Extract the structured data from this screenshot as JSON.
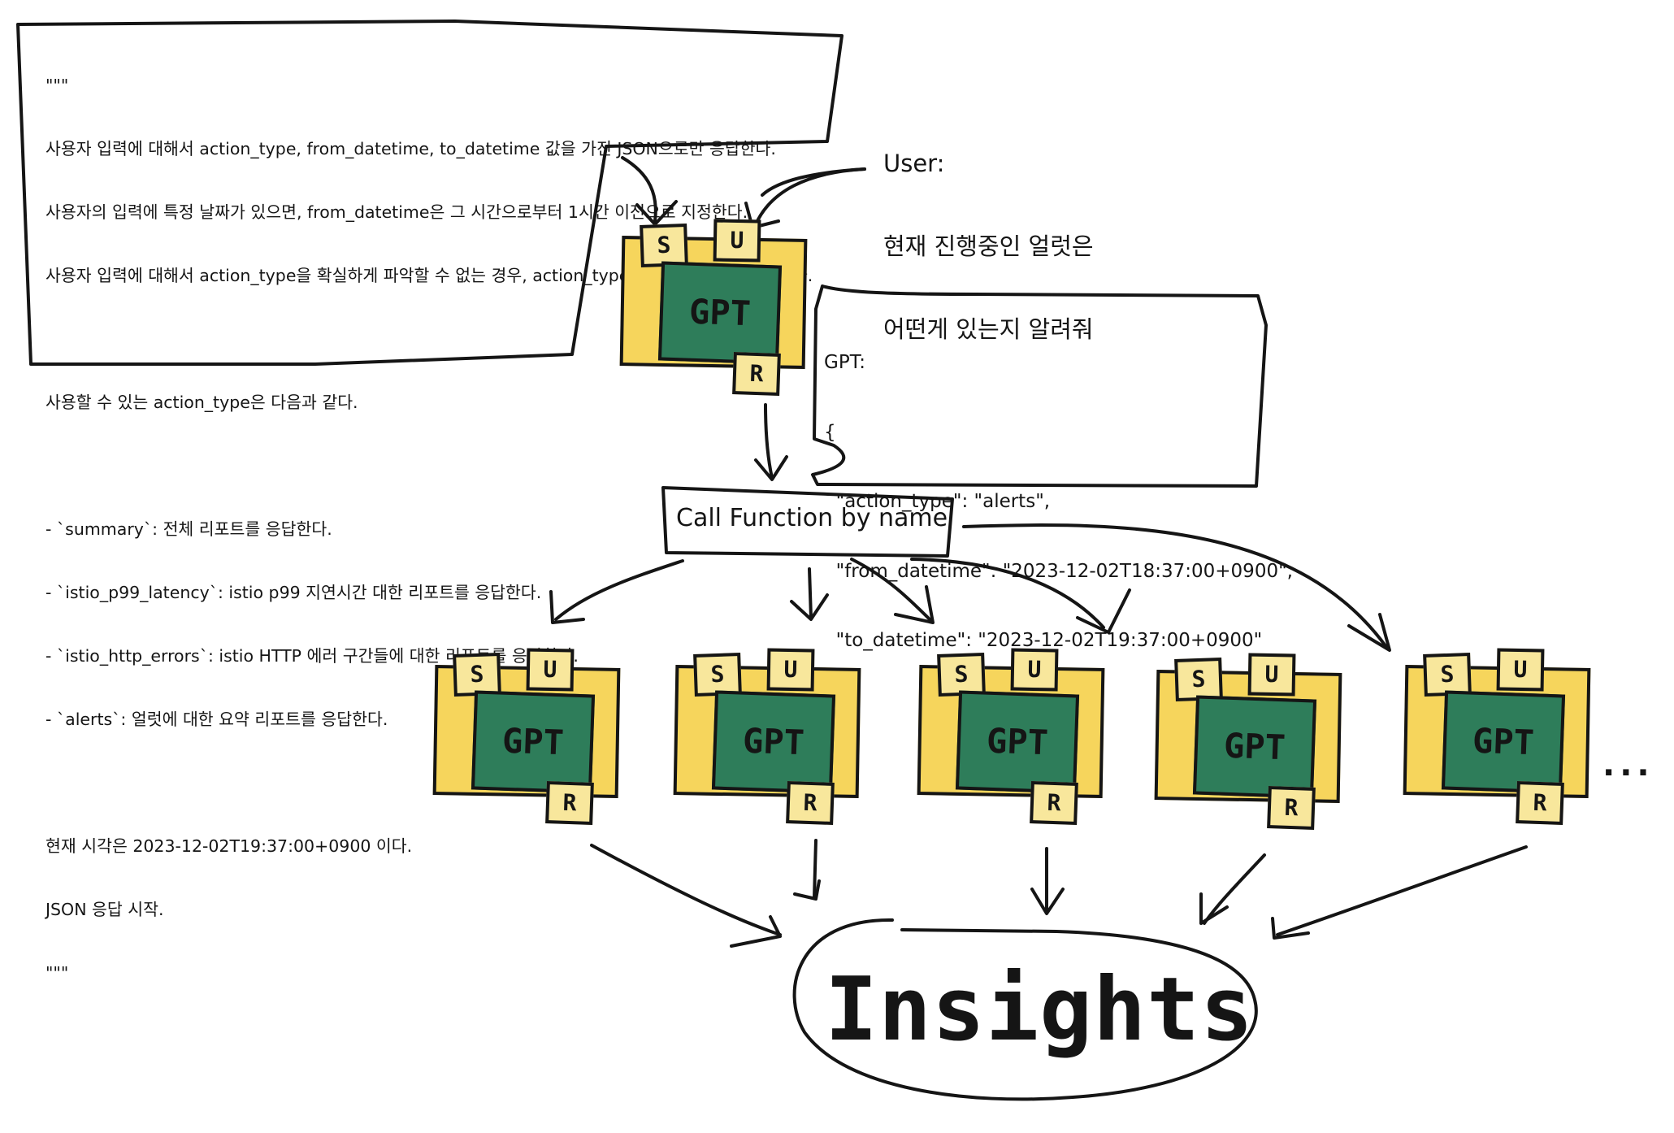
{
  "system_prompt": {
    "lines": [
      "\"\"\"",
      "사용자 입력에 대해서 action_type, from_datetime, to_datetime 값을 가진 JSON으로만 응답한다.",
      "사용자의 입력에 특정 날짜가 있으면, from_datetime은 그 시간으로부터 1시간 이전으로 지정한다.",
      "사용자 입력에 대해서 action_type을 확실하게 파악할 수 없는 경우, action_type을 unknown으로 정한다.",
      "",
      "사용할 수 있는 action_type은 다음과 같다.",
      "",
      "- `summary`: 전체 리포트를 응답한다.",
      "- `istio_p99_latency`: istio p99 지연시간 대한 리포트를 응답한다.",
      "- `istio_http_errors`: istio HTTP 에러 구간들에 대한 리포트를 응답한다.",
      "- `alerts`: 얼럿에 대한 요약 리포트를 응답한다.",
      "",
      "현재 시각은 2023-12-02T19:37:00+0900 이다.",
      "JSON 응답 시작.",
      "\"\"\""
    ]
  },
  "user_message": {
    "lines": [
      "User:",
      "현재 진행중인 얼럿은",
      "어떤게 있는지 알려줘"
    ]
  },
  "gpt_response": {
    "lines": [
      "GPT:",
      "{",
      "  \"action_type\": \"alerts\",",
      "  \"from_datetime\": \"2023-12-02T18:37:00+0900\",",
      "  \"to_datetime\": \"2023-12-02T19:37:00+0900\"",
      "}"
    ]
  },
  "router": {
    "label": "Call Function by name"
  },
  "node_labels": {
    "system": "S",
    "user": "U",
    "model": "GPT",
    "response": "R"
  },
  "ellipsis": "...",
  "output": {
    "label": "Insights"
  },
  "colors": {
    "folder_yellow": "#f6d55c",
    "note_yellow": "#f8e79c",
    "gpt_green": "#2e7d5a",
    "ink": "#151515"
  }
}
